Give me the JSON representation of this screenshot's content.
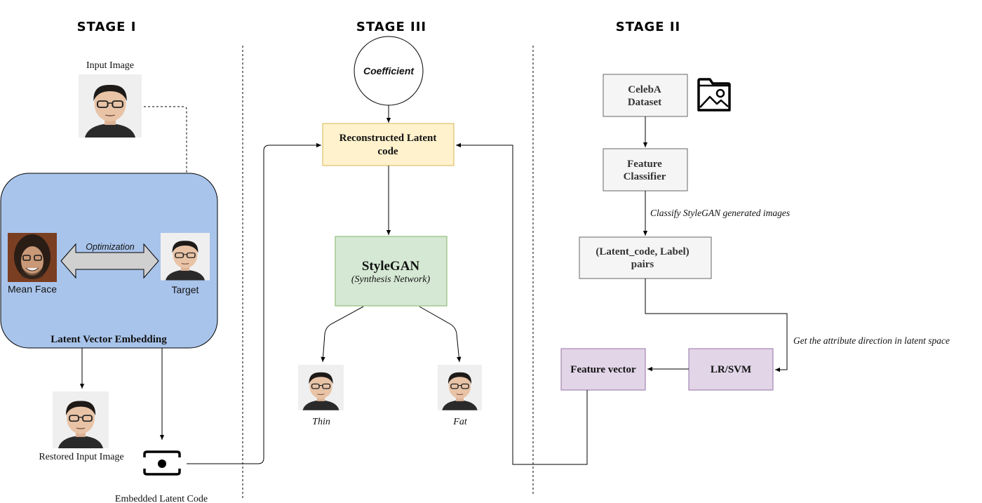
{
  "stages": {
    "stage1": "STAGE I",
    "stage3": "STAGE III",
    "stage2": "STAGE II"
  },
  "stage1": {
    "input_image_label": "Input Image",
    "optimization_label": "Optimization",
    "mean_face_label": "Mean Face",
    "target_label": "Target",
    "embedding_box_label": "Latent Vector Embedding",
    "restored_label": "Restored Input Image",
    "embedded_code_label": "Embedded Latent Code"
  },
  "stage3": {
    "coefficient_label": "Coefficient",
    "reconstructed_line1": "Reconstructed Latent",
    "reconstructed_line2": "code",
    "stylegan_title": "StyleGAN",
    "stylegan_subtitle": "(Synthesis Network)",
    "thin_label": "Thin",
    "fat_label": "Fat"
  },
  "stage2": {
    "celeba_line1": "CelebA",
    "celeba_line2": "Dataset",
    "classifier_line1": "Feature",
    "classifier_line2": "Classifier",
    "classify_note": "Classify StyleGAN generated images",
    "pairs_line1": "(Latent_code, Label)",
    "pairs_line2": "pairs",
    "direction_note": "Get the attribute direction in latent space",
    "lrsvm_label": "LR/SVM",
    "feature_vector_label": "Feature vector"
  },
  "colors": {
    "embedding_box_fill": "#a9c4eb",
    "reconstructed_fill": "#fff2cc",
    "stylegan_fill": "#d5e8d4",
    "purple_fill": "#e1d5e7",
    "gray_box_fill": "#f5f5f5",
    "skin": "#e8c3a6",
    "hair": "#1e1a18"
  },
  "icons": {
    "folder": "folder-image-icon",
    "eye": "eye-icon"
  }
}
